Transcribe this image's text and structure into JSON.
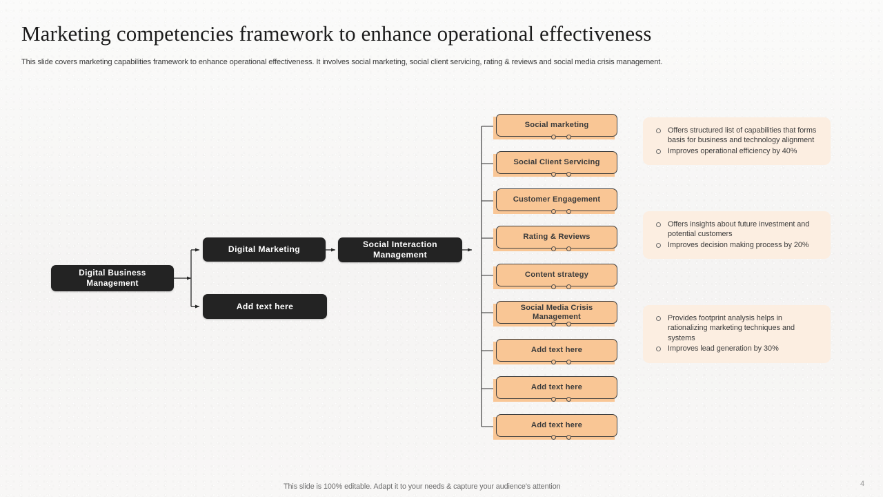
{
  "slide": {
    "title": "Marketing competencies framework to enhance operational effectiveness",
    "subtitle": "This slide covers marketing capabilities framework to enhance operational effectiveness. It involves social marketing, social client servicing, rating & reviews and social media crisis management.",
    "footer_note": "This slide is 100% editable. Adapt it to your needs & capture your audience's attention",
    "page_number": "4"
  },
  "colors": {
    "background": "#f8f7f6",
    "dark_box": "#232323",
    "dark_box_text": "#ffffff",
    "orange_fill": "#f9c695",
    "orange_border": "#3d3d3d",
    "orange_text": "#3b3b3b",
    "callout_background": "#fceee1",
    "callout_text": "#3c3c3c",
    "connector": "#262626",
    "title_text": "#1c1c1c",
    "footer_text": "#6b6b6b"
  },
  "hierarchy": {
    "root": {
      "label": "Digital Business Management"
    },
    "level_two": [
      {
        "label": "Digital Marketing"
      },
      {
        "label": "Add text here"
      }
    ],
    "level_three": {
      "label": "Social Interaction Management"
    }
  },
  "competencies": [
    {
      "label": "Social marketing"
    },
    {
      "label": "Social Client Servicing"
    },
    {
      "label": "Customer Engagement"
    },
    {
      "label": "Rating & Reviews"
    },
    {
      "label": "Content strategy"
    },
    {
      "label": "Social Media Crisis Management"
    },
    {
      "label": "Add text here"
    },
    {
      "label": "Add text here"
    },
    {
      "label": "Add text here"
    }
  ],
  "callouts": [
    {
      "items": [
        "Offers structured list of capabilities that forms basis for business and technology alignment",
        "Improves operational efficiency by 40%"
      ]
    },
    {
      "items": [
        "Offers insights about future investment and potential customers",
        "Improves decision making process by 20%"
      ]
    },
    {
      "items": [
        "Provides footprint analysis helps in rationalizing marketing techniques and systems",
        "Improves lead generation by 30%"
      ]
    }
  ]
}
